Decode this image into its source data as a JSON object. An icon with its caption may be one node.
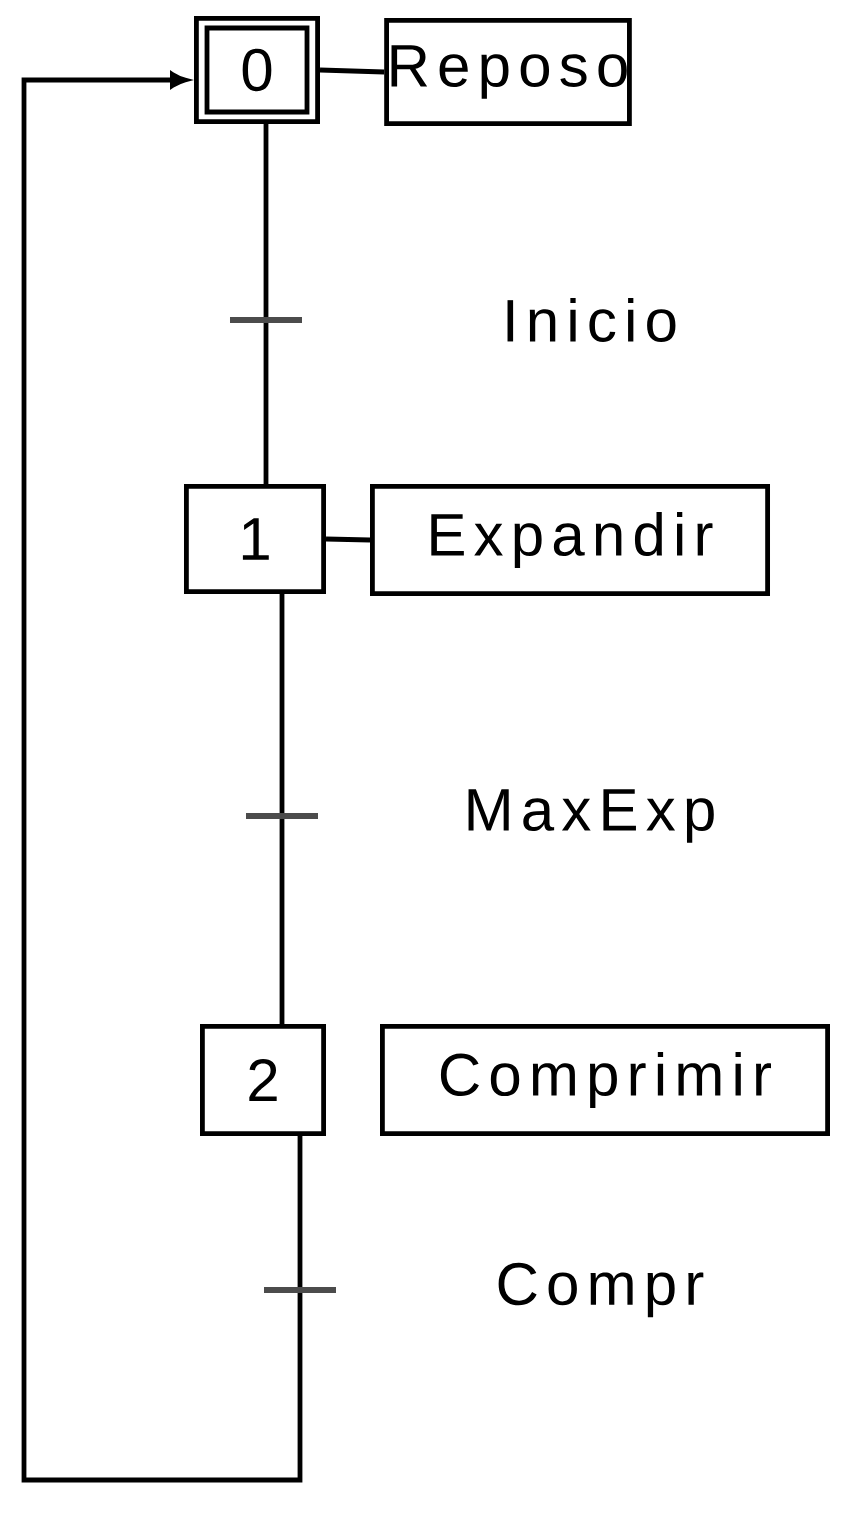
{
  "diagram": {
    "nodes": [
      {
        "text": [
          "0"
        ]
      },
      {
        "text": [
          "Reposo"
        ]
      },
      {
        "text": [
          "1"
        ]
      },
      {
        "text": [
          "Expandir"
        ]
      },
      {
        "text": [
          "2"
        ]
      },
      {
        "text": [
          "Comprimir"
        ]
      }
    ],
    "edges": [
      {
        "from": 0,
        "to": 2,
        "arrow": "none",
        "label": "Inicio"
      },
      {
        "from": 0,
        "to": 1,
        "arrow": "none"
      },
      {
        "from": 2,
        "to": 3,
        "arrow": "none"
      },
      {
        "from": 2,
        "to": 4,
        "arrow": "none",
        "label": "MaxExp"
      },
      {
        "from": 4,
        "to": 0,
        "arrow": "to",
        "label": "Compr"
      }
    ]
  }
}
